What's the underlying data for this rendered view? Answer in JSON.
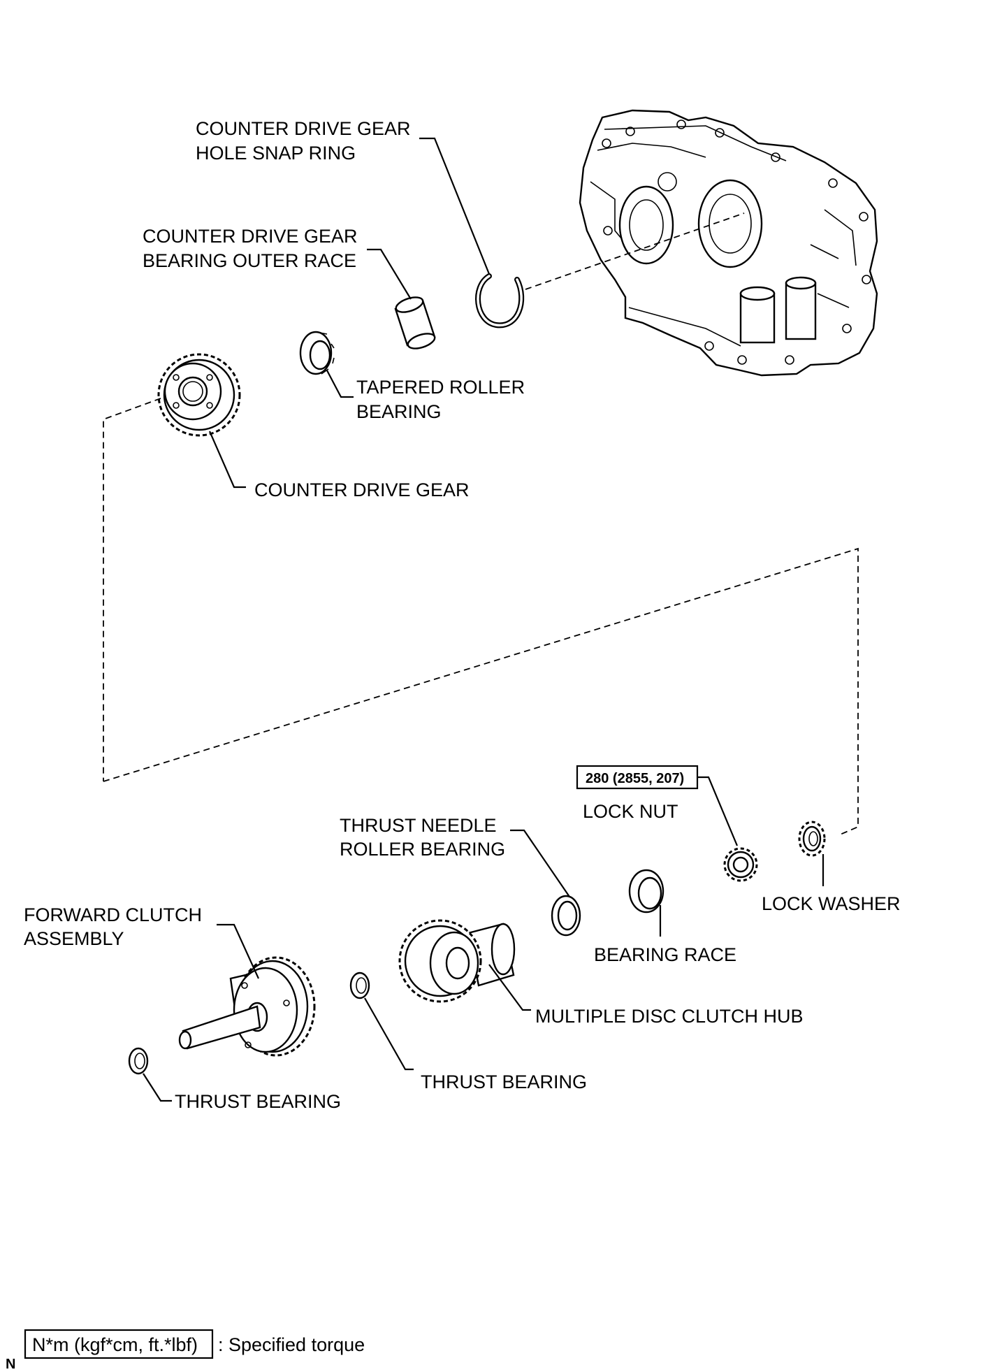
{
  "labels": {
    "snap_ring": [
      "COUNTER DRIVE GEAR",
      "HOLE SNAP RING"
    ],
    "outer_race": [
      "COUNTER DRIVE GEAR",
      "BEARING OUTER RACE"
    ],
    "tapered_bearing": [
      "TAPERED ROLLER",
      "BEARING"
    ],
    "counter_gear": [
      "COUNTER DRIVE GEAR"
    ],
    "torque_value": "280 (2855, 207)",
    "lock_nut": [
      "LOCK NUT"
    ],
    "thrust_needle": [
      "THRUST NEEDLE",
      "ROLLER BEARING"
    ],
    "lock_washer": [
      "LOCK WASHER"
    ],
    "forward_clutch": [
      "FORWARD CLUTCH",
      "ASSEMBLY"
    ],
    "bearing_race": [
      "BEARING RACE"
    ],
    "clutch_hub": [
      "MULTIPLE DISC CLUTCH HUB"
    ],
    "thrust_bearing_mid": [
      "THRUST BEARING"
    ],
    "thrust_bearing_left": [
      "THRUST BEARING"
    ]
  },
  "legend": {
    "box": "N*m (kgf*cm, ft.*lbf)",
    "text": ": Specified torque"
  },
  "corner_mark": "N"
}
